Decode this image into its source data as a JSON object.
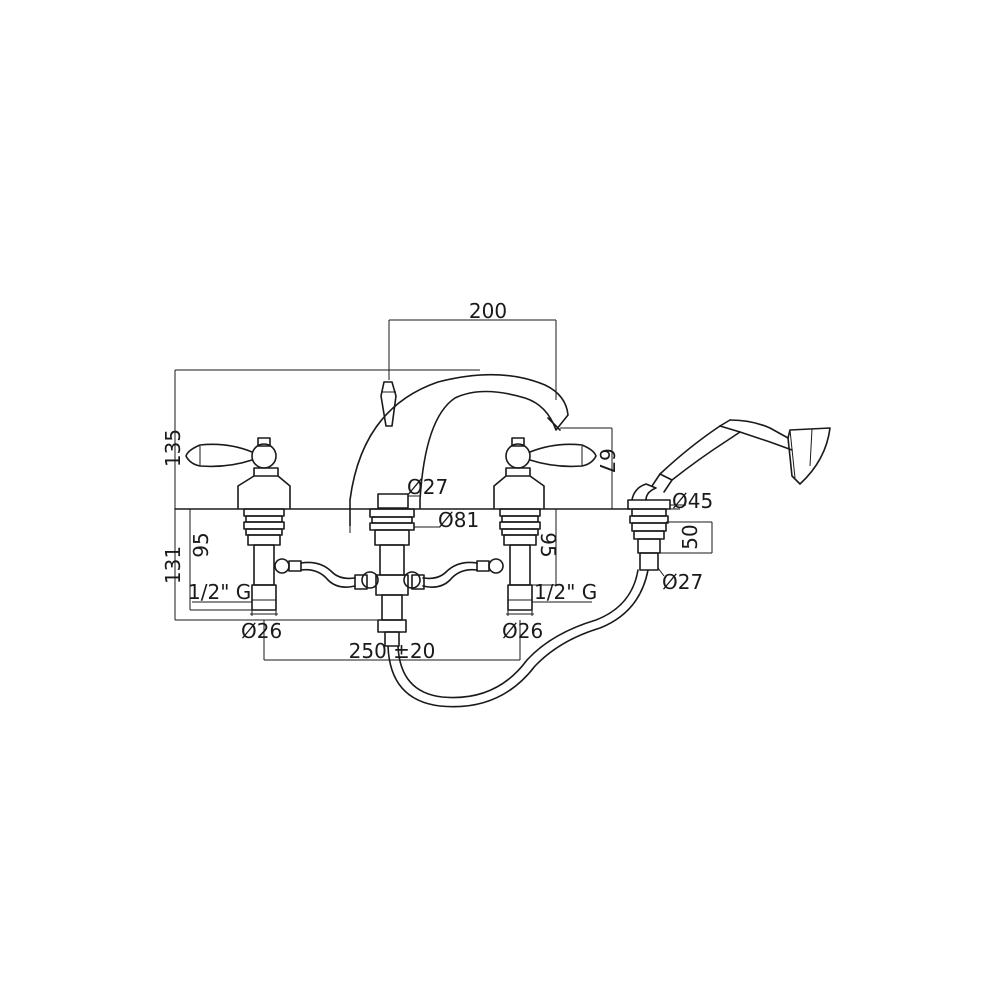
{
  "dimensions": {
    "spout_reach": "200",
    "total_height": "135",
    "spout_height": "67",
    "spout_base_dia": "Ø27",
    "base_plate_dia": "Ø81",
    "handshower_base_dia": "Ø45",
    "handshower_shank_dia": "Ø27",
    "handshower_shank_length": "50",
    "below_deck": "131",
    "shank_left": "95",
    "shank_right": "95",
    "thread_left": "1/2\" G",
    "thread_right": "1/2\" G",
    "tail_dia_left": "Ø26",
    "tail_dia_right": "Ø26",
    "centres": "250 ±20"
  }
}
